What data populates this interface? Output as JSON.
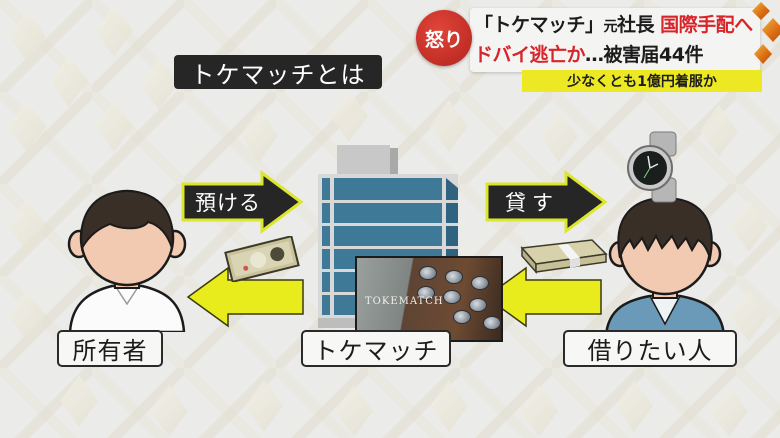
{
  "headline": {
    "badge": "怒り",
    "line1_dark_prefix": "「トケマッチ」",
    "line1_small": "元",
    "line1_dark_suffix": "社長",
    "line1_red": "国際手配へ",
    "line2_red": "ドバイ逃亡か",
    "line2_dark": "…被害届44件",
    "subline": "少なくとも1億円着服か"
  },
  "diagram": {
    "title": "トケマッチとは",
    "arrow_deposit": "預ける",
    "arrow_lend": "貸す",
    "owner_label": "所有者",
    "company_label": "トケマッチ",
    "borrower_label": "借りたい人",
    "photo_brand": "TOKEMATCH"
  },
  "colors": {
    "accent_yellow": "#e8ec1c",
    "headline_red": "#d7262b",
    "badge_red": "#c7302a",
    "building_blue": "#3e7a98",
    "dark_box": "#262626"
  }
}
